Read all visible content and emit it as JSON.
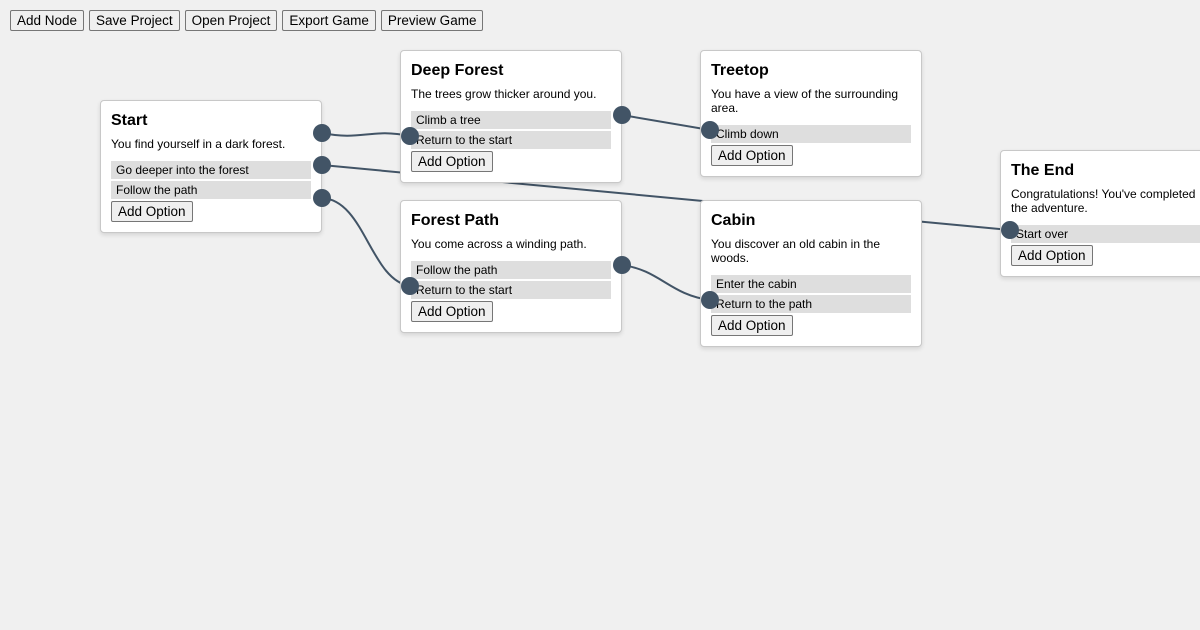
{
  "toolbar": {
    "add_node": "Add Node",
    "save_project": "Save Project",
    "open_project": "Open Project",
    "export_game": "Export Game",
    "preview_game": "Preview Game"
  },
  "colors": {
    "canvas": "#f0f0f0",
    "port": "#425466",
    "wire": "#425466",
    "option_bg": "#dedede"
  },
  "add_option_label": "Add Option",
  "nodes": {
    "start": {
      "title": "Start",
      "description": "You find yourself in a dark forest.",
      "options": [
        "Go deeper into the forest",
        "Follow the path"
      ]
    },
    "deep_forest": {
      "title": "Deep Forest",
      "description": "The trees grow thicker around you.",
      "options": [
        "Climb a tree",
        "Return to the start"
      ]
    },
    "forest_path": {
      "title": "Forest Path",
      "description": "You come across a winding path.",
      "options": [
        "Follow the path",
        "Return to the start"
      ]
    },
    "treetop": {
      "title": "Treetop",
      "description": "You have a view of the surrounding area.",
      "options": [
        "Climb down"
      ]
    },
    "cabin": {
      "title": "Cabin",
      "description": "You discover an old cabin in the woods.",
      "options": [
        "Enter the cabin",
        "Return to the path"
      ]
    },
    "the_end": {
      "title": "The End",
      "description": "Congratulations! You've completed the adventure.",
      "options": [
        "Start over"
      ]
    }
  }
}
